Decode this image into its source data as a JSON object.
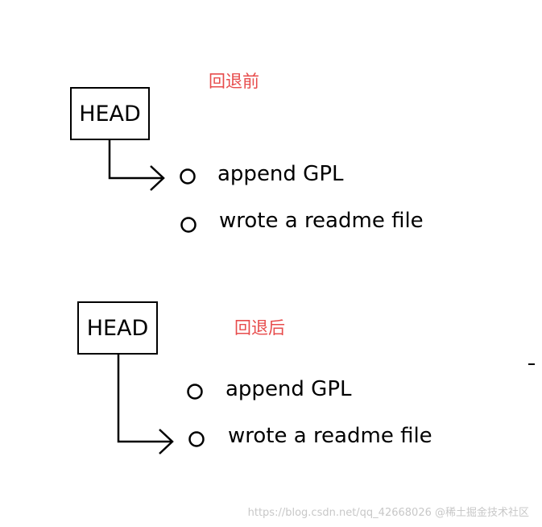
{
  "panels": [
    {
      "caption": "回退前",
      "head_label": "HEAD",
      "commits": [
        "append GPL",
        "wrote a readme file"
      ]
    },
    {
      "caption": "回退后",
      "head_label": "HEAD",
      "commits": [
        "append GPL",
        "wrote a readme file"
      ]
    }
  ],
  "watermark": "https://blog.csdn.net/qq_42668026 @稀土掘金技术社区"
}
